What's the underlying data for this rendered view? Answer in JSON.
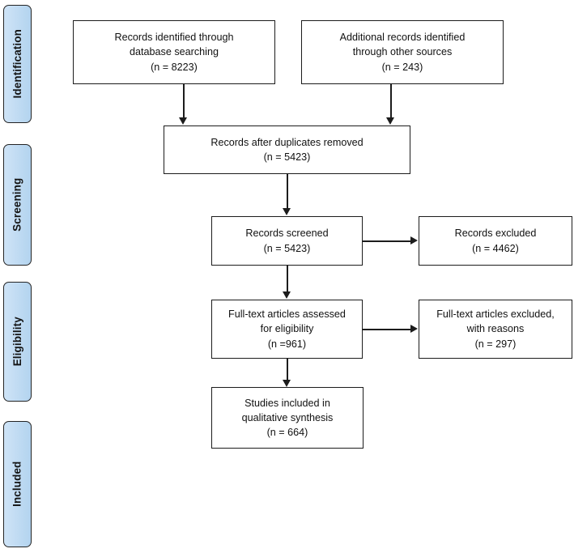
{
  "diagram": {
    "type": "prisma-flow-diagram",
    "stages": [
      {
        "id": "identification",
        "label": "Identification"
      },
      {
        "id": "screening",
        "label": "Screening"
      },
      {
        "id": "eligibility",
        "label": "Eligibility"
      },
      {
        "id": "included",
        "label": "Included"
      }
    ],
    "boxes": [
      {
        "id": "records-identified-database",
        "text": "Records identified through\ndatabase searching\n(n = 8223)",
        "count": 8223
      },
      {
        "id": "additional-records-other-sources",
        "text": "Additional records identified\nthrough other sources\n(n = 243)",
        "count": 243
      },
      {
        "id": "records-after-duplicates-removed",
        "text": "Records after duplicates removed\n(n = 5423)",
        "count": 5423
      },
      {
        "id": "records-screened",
        "text": "Records screened\n(n = 5423)",
        "count": 5423
      },
      {
        "id": "records-excluded",
        "text": "Records excluded\n(n = 4462)",
        "count": 4462
      },
      {
        "id": "full-text-articles-assessed",
        "text": "Full-text articles assessed\nfor eligibility\n(n =961)",
        "count": 961
      },
      {
        "id": "full-text-articles-excluded",
        "text": "Full-text articles excluded,\nwith reasons\n(n = 297)",
        "count": 297
      },
      {
        "id": "studies-included-qualitative",
        "text": "Studies included in\nqualitative synthesis\n(n = 664)",
        "count": 664
      }
    ],
    "colors": {
      "pill_fill_light": "#cfe4f7",
      "pill_fill_dark": "#b3d4ef",
      "border": "#1c1c1c",
      "background": "#ffffff",
      "text": "#111111"
    }
  }
}
